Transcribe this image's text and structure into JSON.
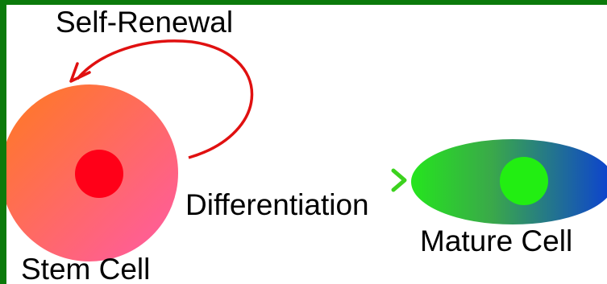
{
  "labels": {
    "self_renewal": "Self-Renewal",
    "differentiation": "Differentiation",
    "mature_cell": "Mature Cell",
    "stem_cell": "Stem Cell"
  },
  "colors": {
    "frame_border": "#0b7a0b",
    "self_renewal_arrow": "#e01010",
    "stem_cell_gradient": [
      "#ff7a1e",
      "#ff5aa6"
    ],
    "stem_cell_nucleus": "#ff0018",
    "differentiation_arrow_gradient": [
      "#e0109a",
      "#3cd21e"
    ],
    "mature_cell_gradient": [
      "#25e51e",
      "#0b3fd4"
    ],
    "mature_cell_nucleus": "#22ee12"
  }
}
